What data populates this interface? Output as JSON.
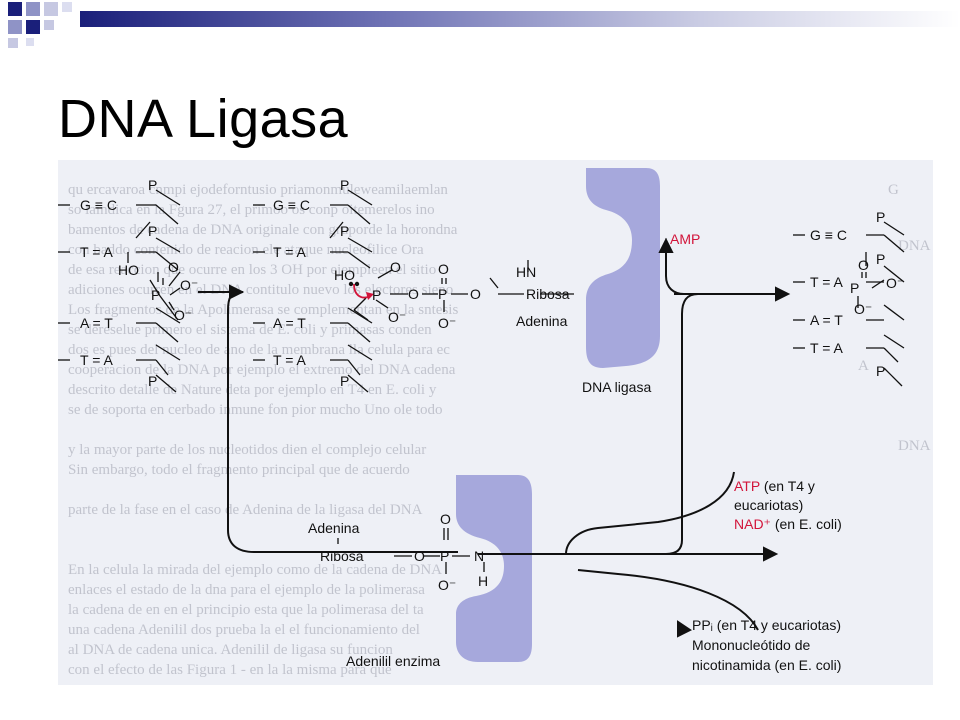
{
  "slide": {
    "title": "DNA Ligasa"
  },
  "colors": {
    "enzyme": "#a6a8dc",
    "highlight": "#d2143a",
    "title_bar_dark": "#1a1f7a",
    "figure_bg": "#eef0f6"
  },
  "diagram": {
    "dna_left": {
      "pairs": [
        "G ≡ C",
        "T = A",
        "A = T",
        "T = A"
      ],
      "phosphate": "P",
      "ho": "HO",
      "o": "O",
      "o_minus": "O⁻"
    },
    "dna_middle": {
      "pairs": [
        "G ≡ C",
        "T = A",
        "A = T",
        "T = A"
      ],
      "phosphate": "P",
      "ho": "HO",
      "o": "O",
      "o_minus": "O⁻",
      "ribosa": "Ribosa",
      "adenina": "Adenina",
      "hn": "HN"
    },
    "dna_right": {
      "pairs": [
        "G ≡ C",
        "T = A",
        "A = T",
        "T = A"
      ],
      "phosphate": "P",
      "o": "O",
      "o_minus": "O⁻"
    },
    "labels": {
      "amp": "AMP",
      "dna_ligasa": "DNA ligasa",
      "adenilil_enzima": "Adenilil enzima",
      "atp_line1": "ATP",
      "atp_line1_rest": " (en T4 y",
      "atp_line2": "eucariotas)",
      "nad": "NAD⁺",
      "nad_rest": " (en E. coli)",
      "ppi": "PPᵢ (en T4 y eucariotas)",
      "mono_line1": "Mononucleótido de",
      "mono_line2": "nicotinamida (en E. coli)"
    },
    "adenylyl": {
      "adenina": "Adenina",
      "ribosa": "Ribosa",
      "o": "O",
      "o_minus": "O⁻",
      "p": "P",
      "n": "N",
      "h": "H"
    }
  }
}
